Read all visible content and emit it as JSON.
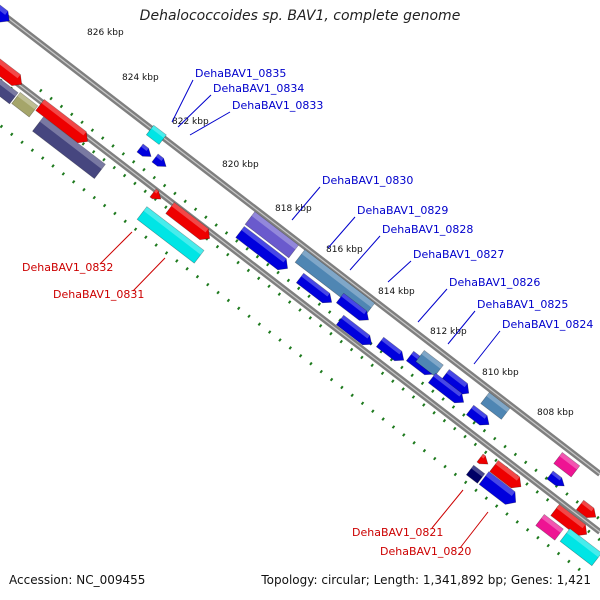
{
  "title": "Dehalococcoides sp. BAV1, complete genome",
  "footer": {
    "accession": "Accession: NC_009455",
    "summary": "Topology: circular; Length: 1,341,892 bp; Genes: 1,421"
  },
  "colors": {
    "backbone": "#7f7f7f",
    "tick": "#1e7a1e",
    "label_forward": "#0000cc",
    "label_reverse": "#cc0000",
    "gene_blue": "#0000dd",
    "gene_red": "#ee0000",
    "gene_cyan": "#00e5e5",
    "gene_steel": "#4f86b3",
    "gene_violet": "#6a5acd",
    "gene_navy": "#000066",
    "gene_magenta": "#ee1493",
    "gene_olive": "#a5a56a",
    "gene_slate": "#46467f"
  },
  "scale_ticks": [
    {
      "label": "826 kbp"
    },
    {
      "label": "824 kbp"
    },
    {
      "label": "822 kbp"
    },
    {
      "label": "820 kbp"
    },
    {
      "label": "818 kbp"
    },
    {
      "label": "816 kbp"
    },
    {
      "label": "814 kbp"
    },
    {
      "label": "812 kbp"
    },
    {
      "label": "810 kbp"
    },
    {
      "label": "808 kbp"
    }
  ],
  "gene_labels_forward": [
    {
      "text": "DehaBAV1_0835"
    },
    {
      "text": "DehaBAV1_0834"
    },
    {
      "text": "DehaBAV1_0833"
    },
    {
      "text": "DehaBAV1_0830"
    },
    {
      "text": "DehaBAV1_0829"
    },
    {
      "text": "DehaBAV1_0828"
    },
    {
      "text": "DehaBAV1_0827"
    },
    {
      "text": "DehaBAV1_0826"
    },
    {
      "text": "DehaBAV1_0825"
    },
    {
      "text": "DehaBAV1_0824"
    }
  ],
  "gene_labels_reverse": [
    {
      "text": "DehaBAV1_0832"
    },
    {
      "text": "DehaBAV1_0831"
    },
    {
      "text": "DehaBAV1_0821"
    },
    {
      "text": "DehaBAV1_0820"
    }
  ]
}
